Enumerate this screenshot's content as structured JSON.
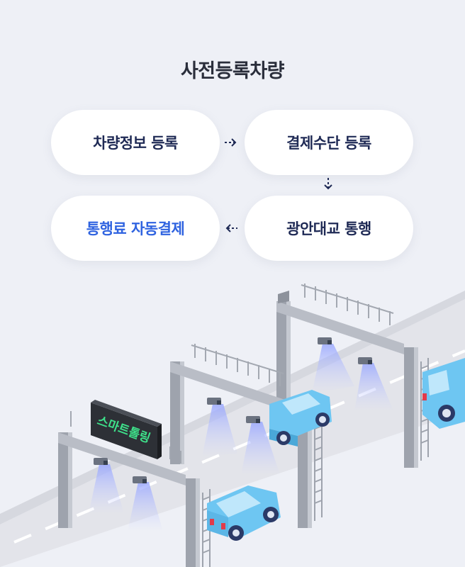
{
  "title": "사전등록차량",
  "steps": [
    {
      "label": "차량정보 등록"
    },
    {
      "label": "결제수단 등록"
    },
    {
      "label": "광안대교 통행"
    },
    {
      "label": "통행료 자동결제"
    }
  ],
  "sign_text": "스마트톨링",
  "colors": {
    "step_text": "#1f2a55",
    "highlight_text": "#2f63e0",
    "car_body": "#6ec6f2",
    "sign_text": "#3ee08a"
  }
}
